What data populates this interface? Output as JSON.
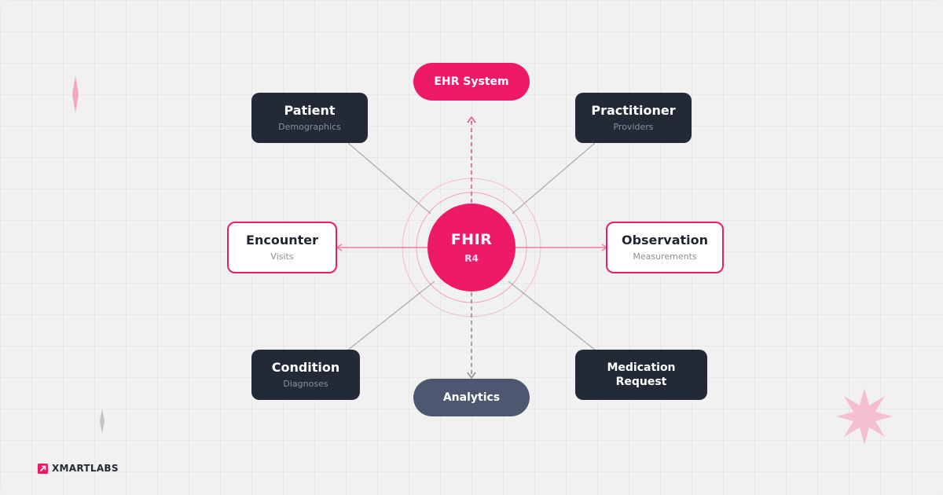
{
  "hub": {
    "title": "FHIR",
    "version": "R4"
  },
  "nodes": {
    "ehr": {
      "title": "EHR System"
    },
    "patient": {
      "title": "Patient",
      "subtitle": "Demographics"
    },
    "practitioner": {
      "title": "Practitioner",
      "subtitle": "Providers"
    },
    "encounter": {
      "title": "Encounter",
      "subtitle": "Visits"
    },
    "observation": {
      "title": "Observation",
      "subtitle": "Measurements"
    },
    "condition": {
      "title": "Condition",
      "subtitle": "Diagnoses"
    },
    "analytics": {
      "title": "Analytics"
    },
    "medication": {
      "title_line1": "Medication",
      "title_line2": "Request"
    }
  },
  "brand": {
    "name": "XMARTLABS",
    "logo_icon": "arrow-up-right-icon"
  },
  "colors": {
    "accent": "#ee1a67",
    "dark_node": "#232a35",
    "slate_node": "#4d5870",
    "connector": "#b0b0b0"
  }
}
